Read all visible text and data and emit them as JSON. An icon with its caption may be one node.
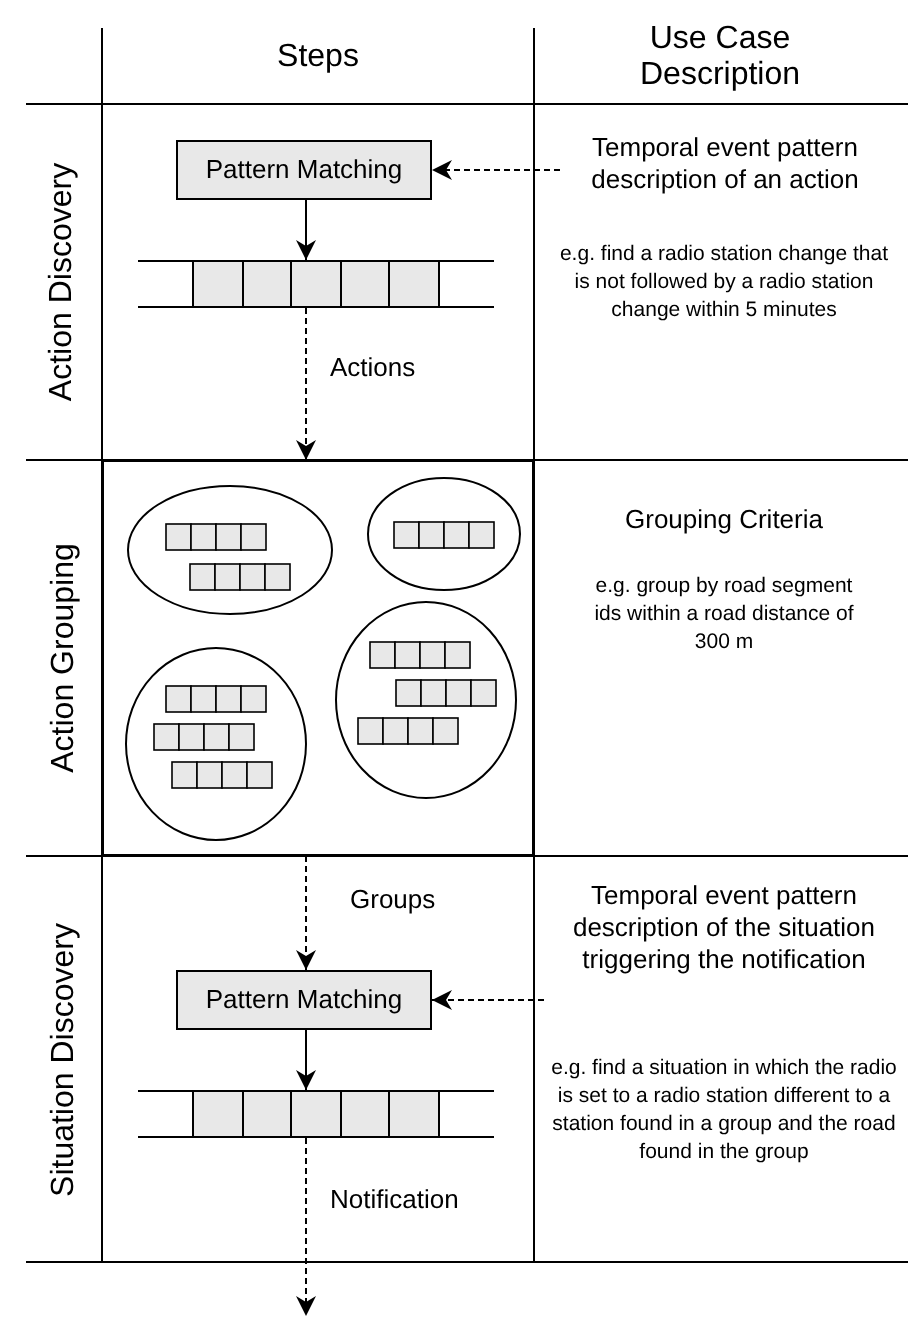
{
  "diagram": {
    "nodes": [
      {
        "text": [
          "Temporal event pattern description of an action"
        ]
      },
      {
        "text": [
          "Pattern Matching"
        ]
      },
      {
        "text": [],
        "shape": "bar"
      },
      {
        "text": [],
        "shape": "box"
      },
      {
        "text": [
          "Temporal event pattern description of the situation triggering the notification"
        ]
      },
      {
        "text": [
          "Pattern Matching"
        ]
      },
      {
        "text": [],
        "shape": "bar"
      }
    ],
    "edges": [
      {
        "from": 0,
        "to": 1,
        "arrow": "to",
        "style": "dashed"
      },
      {
        "from": 1,
        "to": 2,
        "arrow": "to"
      },
      {
        "from": 2,
        "to": 3,
        "arrow": "to",
        "style": "dashed",
        "label": "Actions"
      },
      {
        "from": 3,
        "to": 5,
        "arrow": "to",
        "style": "dashed",
        "label": "Groups"
      },
      {
        "from": 4,
        "to": 5,
        "arrow": "to",
        "style": "dashed"
      },
      {
        "from": 5,
        "to": 6,
        "arrow": "to"
      },
      {
        "from": 6,
        "to": null,
        "arrow": "to",
        "style": "dashed",
        "label": "Notification"
      }
    ],
    "labels": [
      "Steps",
      "Use Case Description",
      "Action Discovery",
      "e.g. find a radio station change that is not followed by a radio station change within 5 minutes",
      "Action Grouping",
      "Grouping Criteria",
      "e.g. group by road segment ids within a road distance of 300 m",
      "Situation Discovery",
      "e.g. find a situation in which the radio is set to a radio station different to a station found in a group and the road found in the group"
    ]
  }
}
